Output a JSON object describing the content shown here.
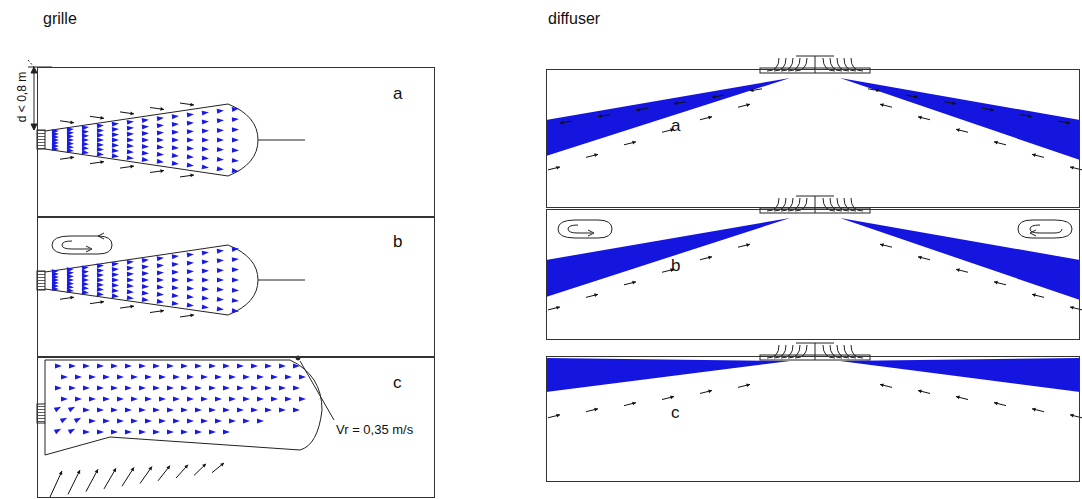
{
  "diagram": {
    "nodes": [
      {
        "text": [
          "a"
        ]
      },
      {
        "text": [
          "b"
        ]
      },
      {
        "text": [
          "c",
          "Vr = 0,35 m/s"
        ]
      },
      {
        "text": [
          "a"
        ]
      },
      {
        "text": [
          "b"
        ]
      },
      {
        "text": [
          "c"
        ]
      }
    ],
    "labels": [
      "grille",
      "diffuser",
      "d < 0,8 m"
    ]
  }
}
